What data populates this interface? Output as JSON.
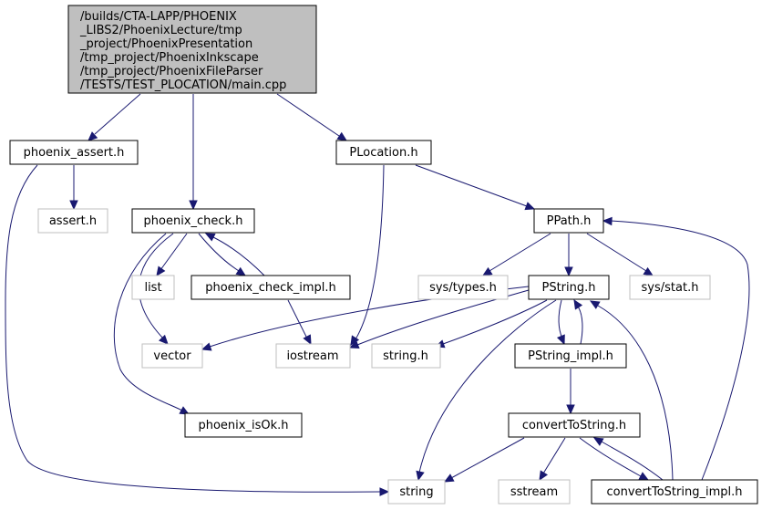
{
  "graph": {
    "colors": {
      "edge": "#191970",
      "root_fill": "#bfbfbf",
      "project_border": "#000000",
      "system_border": "#bfbfbf",
      "node_fill": "#ffffff",
      "text": "#000000"
    },
    "nodes": {
      "root": {
        "lines": [
          "/builds/CTA-LAPP/PHOENIX",
          "_LIBS2/PhoenixLecture/tmp",
          "_project/PhoenixPresentation",
          "/tmp_project/PhoenixInkscape",
          "/tmp_project/PhoenixFileParser",
          "/TESTS/TEST_PLOCATION/main.cpp"
        ]
      },
      "phoenix_assert": {
        "label": "phoenix_assert.h"
      },
      "plocation": {
        "label": "PLocation.h"
      },
      "assert_h": {
        "label": "assert.h"
      },
      "phoenix_check": {
        "label": "phoenix_check.h"
      },
      "ppath": {
        "label": "PPath.h"
      },
      "list": {
        "label": "list"
      },
      "phoenix_check_impl": {
        "label": "phoenix_check_impl.h"
      },
      "sys_types": {
        "label": "sys/types.h"
      },
      "pstring": {
        "label": "PString.h"
      },
      "sys_stat": {
        "label": "sys/stat.h"
      },
      "vector": {
        "label": "vector"
      },
      "iostream": {
        "label": "iostream"
      },
      "string_h": {
        "label": "string.h"
      },
      "pstring_impl": {
        "label": "PString_impl.h"
      },
      "phoenix_isok": {
        "label": "phoenix_isOk.h"
      },
      "convert_to_string": {
        "label": "convertToString.h"
      },
      "string": {
        "label": "string"
      },
      "sstream": {
        "label": "sstream"
      },
      "convert_to_string_impl": {
        "label": "convertToString_impl.h"
      }
    }
  }
}
